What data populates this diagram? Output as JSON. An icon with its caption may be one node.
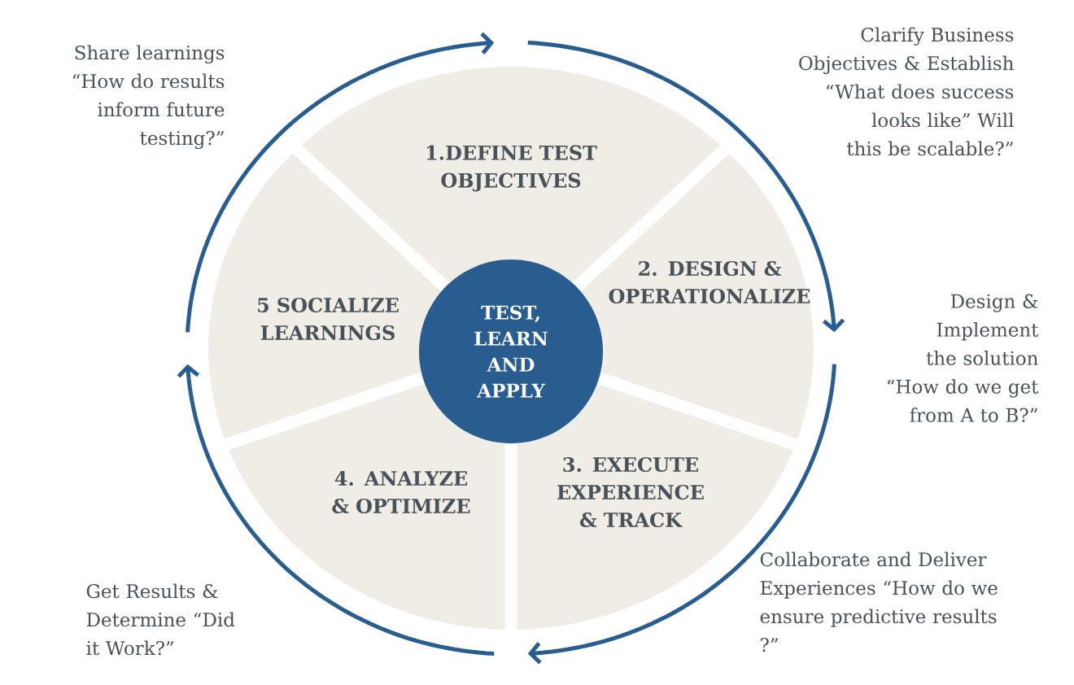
{
  "diagram": {
    "nodes": [
      {
        "text": [
          "1.DEFINE TEST OBJECTIVES"
        ]
      },
      {
        "text": [
          "2. DESIGN & OPERATIONALIZE"
        ]
      },
      {
        "text": [
          "3. EXECUTE EXPERIENCE & TRACK"
        ]
      },
      {
        "text": [
          "4. ANALYZE & OPTIMIZE"
        ]
      },
      {
        "text": [
          "5 SOCIALIZE LEARNINGS"
        ]
      },
      {
        "text": [
          "TEST, LEARN AND APPLY"
        ]
      }
    ],
    "edges": [],
    "labels": [
      "Share learnings “How do results inform future testing?”",
      "Clarify Business Objectives & Establish “What does success looks like” Will this be scalable?”",
      "Design & Implement the solution “How do we get from A to B?”",
      "Get Results & Determine “Did it Work?”",
      "Collaborate and Deliver Experiences “How do we ensure predictive results ?”"
    ]
  }
}
